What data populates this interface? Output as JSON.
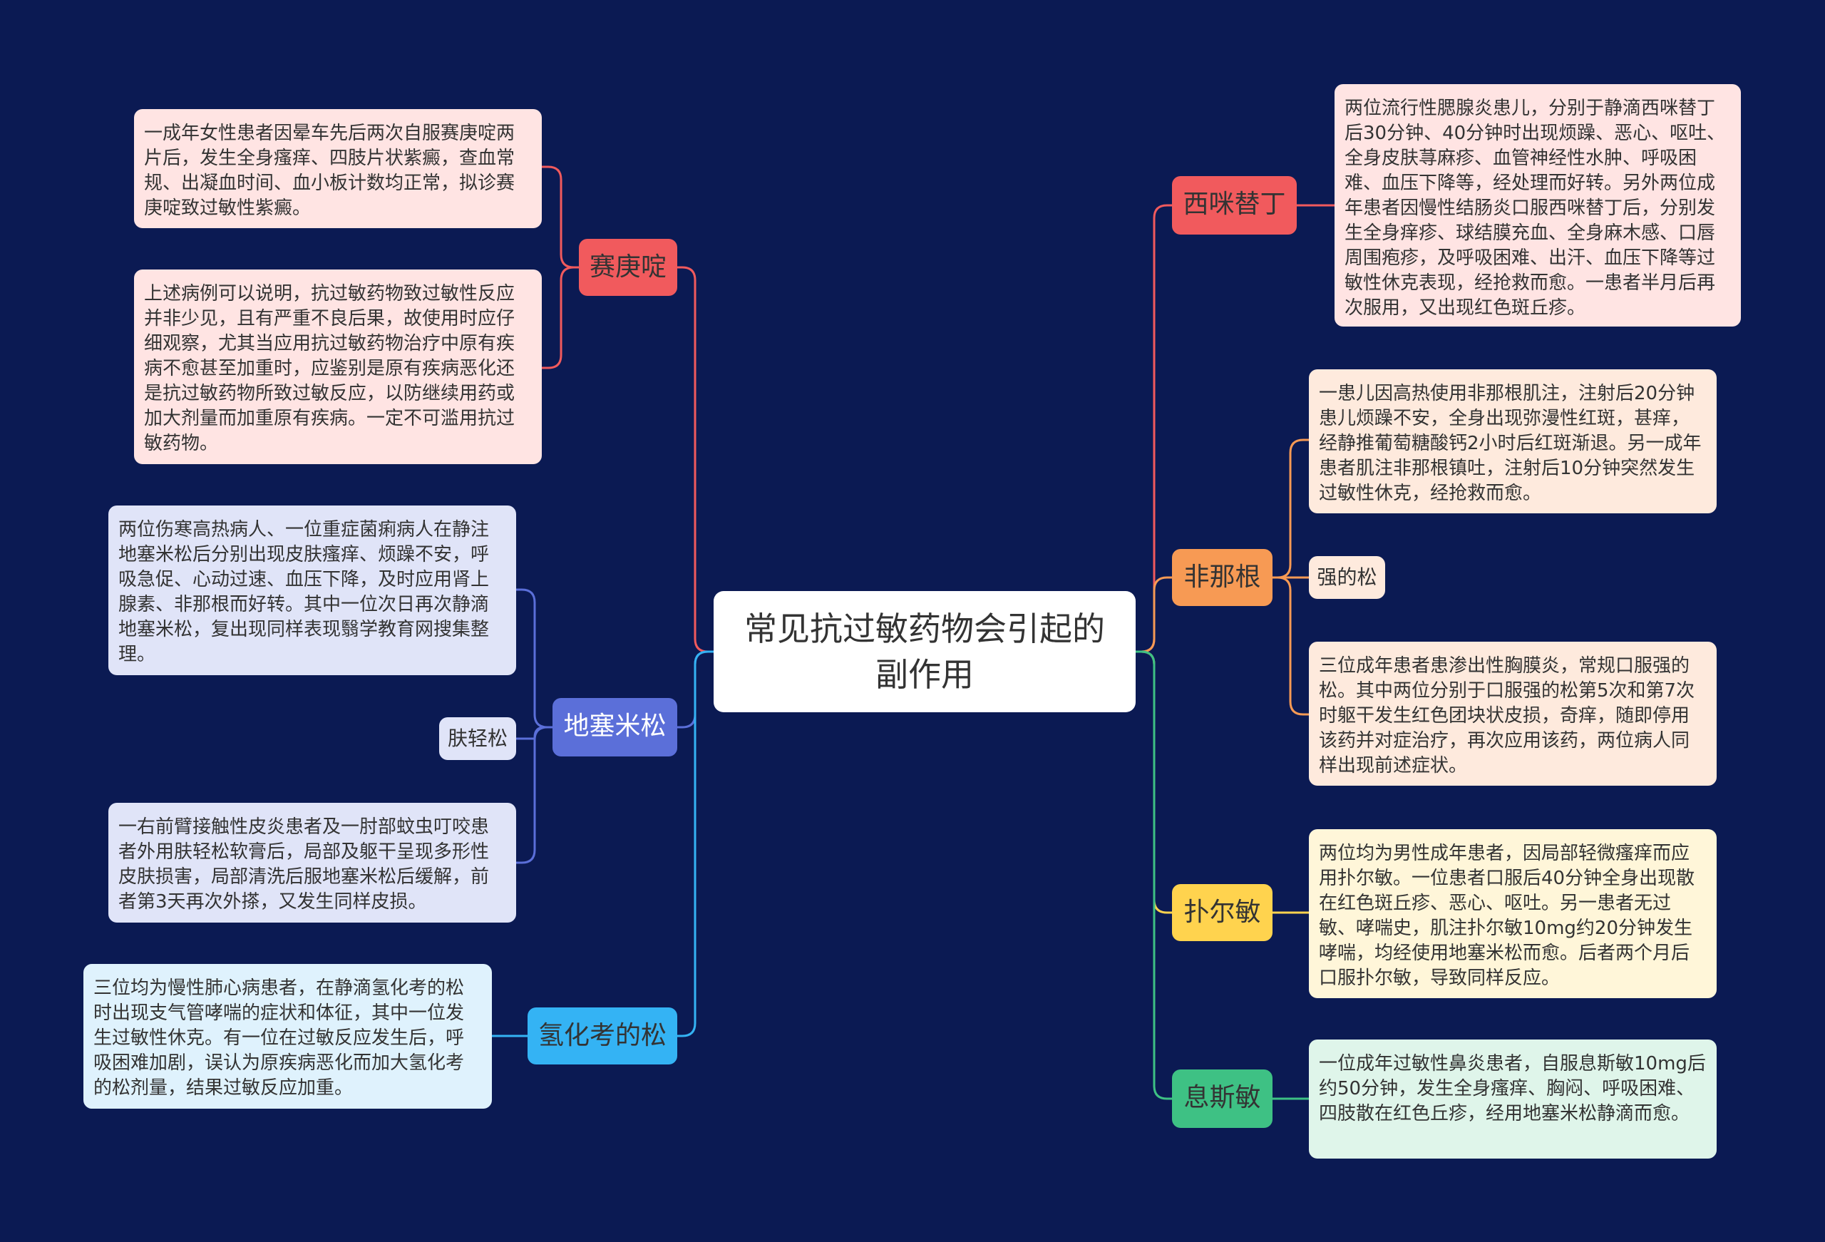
{
  "root": {
    "title": "常见抗过敏药物会引起的副作用"
  },
  "colors": {
    "background": "#0b1a53",
    "red": "#f15a5d",
    "orange": "#f79a54",
    "yellow": "#ffd34e",
    "green": "#3ec184",
    "indigo": "#5b6fd9",
    "cyan": "#34b3f4",
    "pink_leaf": "#ffe4e3",
    "orange_leaf": "#feeadd",
    "yellow_leaf": "#fff6d9",
    "green_leaf": "#dff5ea",
    "indigo_leaf": "#e0e4f8",
    "cyan_leaf": "#dff2fd"
  },
  "branches": {
    "saigengding": {
      "label": "赛庚啶",
      "notes": [
        "一成年女性患者因晕车先后两次自服赛庚啶两片后，发生全身瘙痒、四肢片状紫癜，查血常规、出凝血时间、血小板计数均正常，拟诊赛庚啶致过敏性紫癜。",
        "上述病例可以说明，抗过敏药物致过敏性反应并非少见，且有严重不良后果，故使用时应仔细观察，尤其当应用抗过敏药物治疗中原有疾病不愈甚至加重时，应鉴别是原有疾病恶化还是抗过敏药物所致过敏反应，以防继续用药或加大剂量而加重原有疾病。一定不可滥用抗过敏药物。"
      ]
    },
    "dexamethasone": {
      "label": "地塞米松",
      "notes": [
        "两位伤寒高热病人、一位重症菌痢病人在静注地塞米松后分别出现皮肤瘙痒、烦躁不安，呼吸急促、心动过速、血压下降，及时应用肾上腺素、非那根而好转。其中一位次日再次静滴地塞米松，复出现同样表现翳学教育网搜集整理。",
        "一右前臂接触性皮炎患者及一肘部蚊虫叮咬患者外用肤轻松软膏后，局部及躯干呈现多形性皮肤损害，局部清洗后服地塞米松后缓解，前者第3天再次外搽，又发生同样皮损。"
      ],
      "tag": "肤轻松"
    },
    "hydrocortisone": {
      "label": "氢化考的松",
      "notes": [
        "三位均为慢性肺心病患者，在静滴氢化考的松时出现支气管哮喘的症状和体征，其中一位发生过敏性休克。有一位在过敏反应发生后，呼吸困难加剧，误认为原疾病恶化而加大氢化考的松剂量，结果过敏反应加重。"
      ]
    },
    "cimetidine": {
      "label": "西咪替丁",
      "notes": [
        "两位流行性腮腺炎患儿，分别于静滴西咪替丁后30分钟、40分钟时出现烦躁、恶心、呕吐、全身皮肤荨麻疹、血管神经性水肿、呼吸困难、血压下降等，经处理而好转。另外两位成年患者因慢性结肠炎口服西咪替丁后，分别发生全身痒疹、球结膜充血、全身麻木感、口唇周围疱疹，及呼吸困难、出汗、血压下降等过敏性休克表现，经抢救而愈。一患者半月后再次服用，又出现红色斑丘疹。"
      ]
    },
    "promethazine": {
      "label": "非那根",
      "notes": [
        "一患儿因高热使用非那根肌注，注射后20分钟患儿烦躁不安，全身出现弥漫性红斑，甚痒，经静推葡萄糖酸钙2小时后红斑渐退。另一成年患者肌注非那根镇吐，注射后10分钟突然发生过敏性休克，经抢救而愈。",
        "三位成年患者患渗出性胸膜炎，常规口服强的松。其中两位分别于口服强的松第5次和第7次时躯干发生红色团块状皮损，奇痒，随即停用该药并对症治疗，再次应用该药，两位病人同样出现前述症状。"
      ],
      "tag": "强的松"
    },
    "chlorphenamine": {
      "label": "扑尔敏",
      "notes": [
        "两位均为男性成年患者，因局部轻微瘙痒而应用扑尔敏。一位患者口服后40分钟全身出现散在红色斑丘疹、恶心、呕吐。另一患者无过敏、哮喘史，肌注扑尔敏10mg约20分钟发生哮喘，均经使用地塞米松而愈。后者两个月后口服扑尔敏，导致同样反应。"
      ]
    },
    "astemizole": {
      "label": "息斯敏",
      "notes": [
        "一位成年过敏性鼻炎患者，自服息斯敏10mg后约50分钟，发生全身瘙痒、胸闷、呼吸困难、四肢散在红色丘疹，经用地塞米松静滴而愈。"
      ]
    }
  }
}
